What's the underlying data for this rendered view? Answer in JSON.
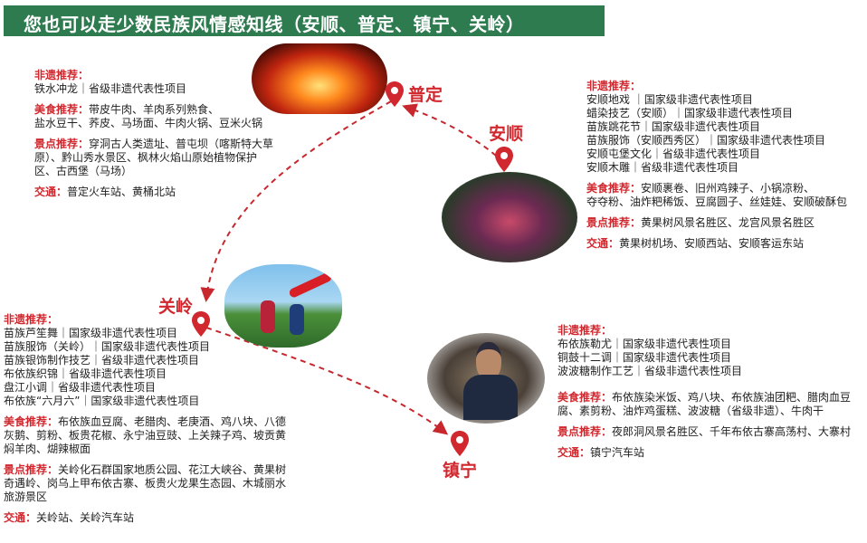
{
  "title": "您也可以走少数民族风情感知线（安顺、普定、镇宁、关岭）",
  "labels": {
    "heritage": "非遗推荐：",
    "food": "美食推荐：",
    "scenic": "景点推荐：",
    "transport": "交通："
  },
  "cities": [
    {
      "name": "普定",
      "heritage": [
        "铁水冲龙｜省级非遗代表性项目"
      ],
      "food": [
        "带皮牛肉、羊肉系列熟食、",
        "盐水豆干、荞皮、马场面、牛肉火锅、豆米火锅"
      ],
      "scenic": [
        "穿洞古人类遗址、普屯坝（喀斯特大草",
        "原）、黔山秀水景区、枫林火焰山原始植物保护",
        "区、古西堡（马场）"
      ],
      "transport": "普定火车站、黄桶北站"
    },
    {
      "name": "安顺",
      "heritage": [
        "安顺地戏 ｜国家级非遗代表性项目",
        "蜡染技艺（安顺）｜国家级非遗代表性项目",
        "苗族跳花节｜国家级非遗代表性项目",
        "苗族服饰（安顺西秀区）｜国家级非遗代表性项目",
        "安顺屯堡文化｜省级非遗代表性项目",
        "安顺木雕｜省级非遗代表性项目"
      ],
      "food": [
        "安顺裹卷、旧州鸡辣子、小锅凉粉、",
        "夺夺粉、油炸粑稀饭、豆腐圆子、丝娃娃、安顺破酥包"
      ],
      "scenic": [
        "黄果树风景名胜区、龙宫风景名胜区"
      ],
      "transport": "黄果树机场、安顺西站、安顺客运东站"
    },
    {
      "name": "关岭",
      "heritage": [
        "苗族芦笙舞｜国家级非遗代表性项目",
        "苗族服饰（关岭）｜国家级非遗代表性项目",
        "苗族银饰制作技艺｜省级非遗代表性项目",
        "布依族织锦｜省级非遗代表性项目",
        "盘江小调｜省级非遗代表性项目",
        "布依族“六月六”｜国家级非遗代表性项目"
      ],
      "food": [
        "布依族血豆腐、老腊肉、老庚酒、鸡八块、八德",
        "灰鹅、剪粉、板贵花椒、永宁油豆豉、上关辣子鸡、坡贡黄",
        "焖羊肉、煳辣椒面"
      ],
      "scenic": [
        "关岭化石群国家地质公园、花江大峡谷、黄果树",
        "奇遇岭、岗乌上甲布依古寨、板贵火龙果生态园、木城丽水",
        "旅游景区"
      ],
      "transport": "关岭站、关岭汽车站"
    },
    {
      "name": "镇宁",
      "heritage": [
        "布依族勒尤｜国家级非遗代表性项目",
        "铜鼓十二调｜国家级非遗代表性项目",
        "波波糖制作工艺｜省级非遗代表性项目"
      ],
      "food": [
        "布依族染米饭、鸡八块、布依族油团粑、腊肉血豆",
        "腐、素剪粉、油炸鸡蛋糕、波波糖（省级非遗）、牛肉干"
      ],
      "scenic": [
        "夜郎洞风景名胜区、千年布依古寨高荡村、大寨村"
      ],
      "transport": "镇宁汽车站"
    }
  ],
  "colors": {
    "title_bg": "#2e7b50",
    "accent": "#d0282e"
  }
}
